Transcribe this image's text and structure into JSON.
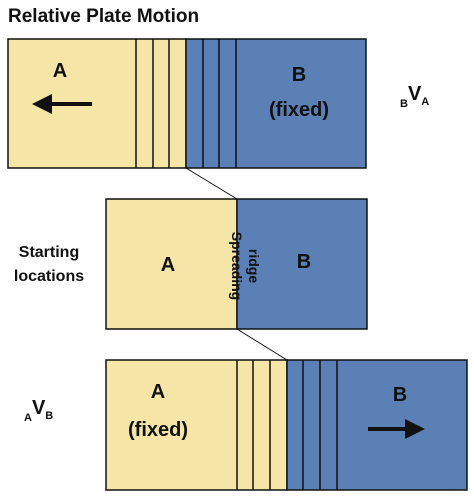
{
  "title": "Relative Plate Motion",
  "colors": {
    "plate_a": "#f5e6a8",
    "plate_b": "#5b80b5",
    "outline": "#111111",
    "background": "#ffffff"
  },
  "top_panel": {
    "plate_a_label": "A",
    "plate_b_label": "B",
    "plate_b_note": "(fixed)",
    "arrow_icon": "left-arrow-icon",
    "velocity_label": {
      "sub_before": "B",
      "main": "V",
      "sub_after": "A"
    }
  },
  "middle_panel": {
    "side_label_line1": "Starting",
    "side_label_line2": "locations",
    "plate_a_label": "A",
    "plate_b_label": "B",
    "ridge_label_line1": "Spreading",
    "ridge_label_line2": "ridge"
  },
  "bottom_panel": {
    "plate_a_label": "A",
    "plate_a_note": "(fixed)",
    "plate_b_label": "B",
    "arrow_icon": "right-arrow-icon",
    "velocity_label": {
      "sub_before": "A",
      "main": "V",
      "sub_after": "B"
    }
  }
}
